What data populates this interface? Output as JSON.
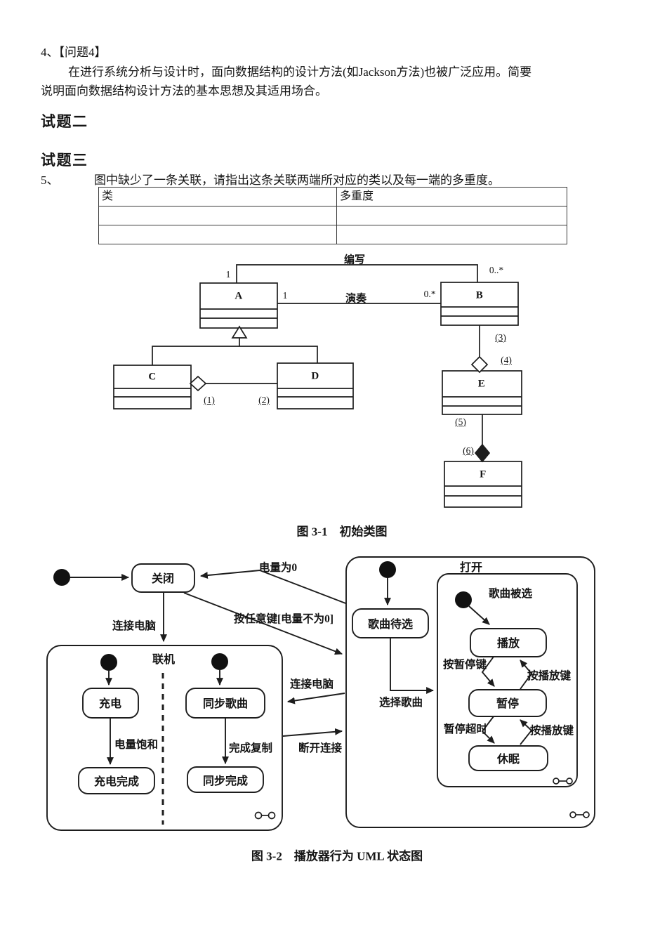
{
  "document": {
    "q4_number": "4、",
    "q4_title": "【问题4】",
    "q4_line1": "在进行系统分析与设计时，面向数据结构的设计方法(如Jackson方法)也被广泛应用。简要",
    "q4_line2": "说明面向数据结构设计方法的基本思想及其适用场合。",
    "section2_title": "试题二",
    "section3_title": "试题三",
    "q5_number": "5、",
    "q5_text": "图中缺少了一条关联，请指出这条关联两端所对应的类以及每一端的多重度。",
    "table": {
      "col1_header": "类",
      "col2_header": "多重度"
    }
  },
  "class_diagram": {
    "caption": "图 3-1　初始类图",
    "class_a": "A",
    "class_b": "B",
    "class_c": "C",
    "class_d": "D",
    "class_e": "E",
    "class_f": "F",
    "assoc_write_label": "编写",
    "assoc_play_label": "演奏",
    "mult_write_a": "1",
    "mult_write_b": "0..*",
    "mult_play_a": "1",
    "mult_play_b": "0.*",
    "blank1": "(1)",
    "blank2": "(2)",
    "blank3": "(3)",
    "blank4": "(4)",
    "blank5": "(5)",
    "blank6": "(6)"
  },
  "state_diagram": {
    "caption": "图 3-2　播放器行为 UML 状态图",
    "closed": "关闭",
    "online": "联机",
    "open": "打开",
    "charging": "充电",
    "charge_done": "充电完成",
    "sync_song": "同步歌曲",
    "sync_done": "同步完成",
    "song_waiting": "歌曲待选",
    "playing": "播放",
    "paused": "暂停",
    "sleeping": "休眠",
    "t_battery_zero": "电量为0",
    "t_connect_pc_left": "连接电脑",
    "t_any_key": "按任意键[电量不为0]",
    "t_battery_full": "电量饱和",
    "t_copy_done": "完成复制",
    "t_connect_pc_mid": "连接电脑",
    "t_disconnect": "断开连接",
    "t_select_song": "选择歌曲",
    "t_song_selected": "歌曲被选",
    "t_press_pause": "按暂停键",
    "t_press_play_upper": "按播放键",
    "t_pause_timeout": "暂停超时",
    "t_press_play_lower": "按播放键"
  }
}
